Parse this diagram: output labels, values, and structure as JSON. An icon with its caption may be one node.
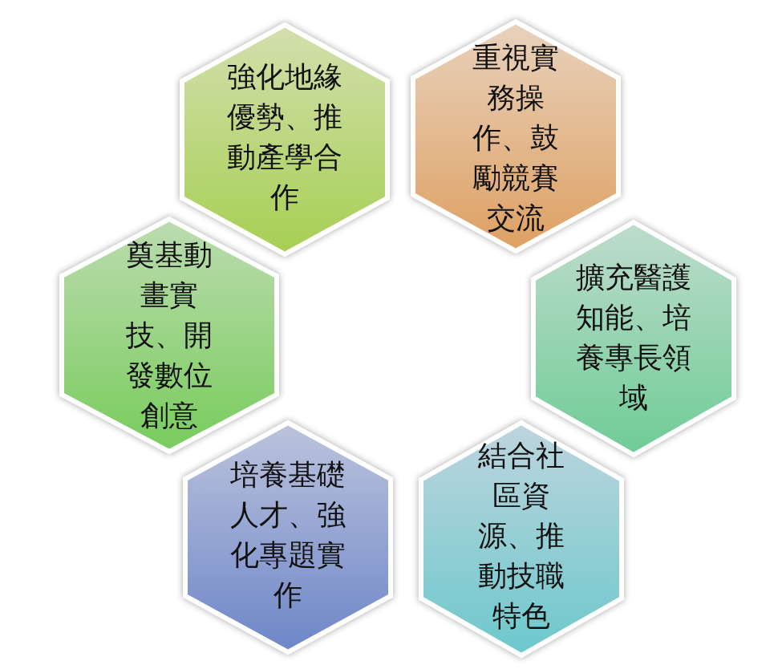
{
  "diagram": {
    "nodes": [
      {
        "text": [
          "強化地緣優勢、推動產學合作"
        ]
      },
      {
        "text": [
          "重視實務操作、鼓勵競賽交流"
        ]
      },
      {
        "text": [
          "奠基動畫實技、開發數位創意"
        ]
      },
      {
        "text": [
          "擴充醫護知能、培養專長領域"
        ]
      },
      {
        "text": [
          "培養基礎人才、強化專題實作"
        ]
      },
      {
        "text": [
          "結合社區資源、推動技職特色"
        ]
      }
    ]
  }
}
